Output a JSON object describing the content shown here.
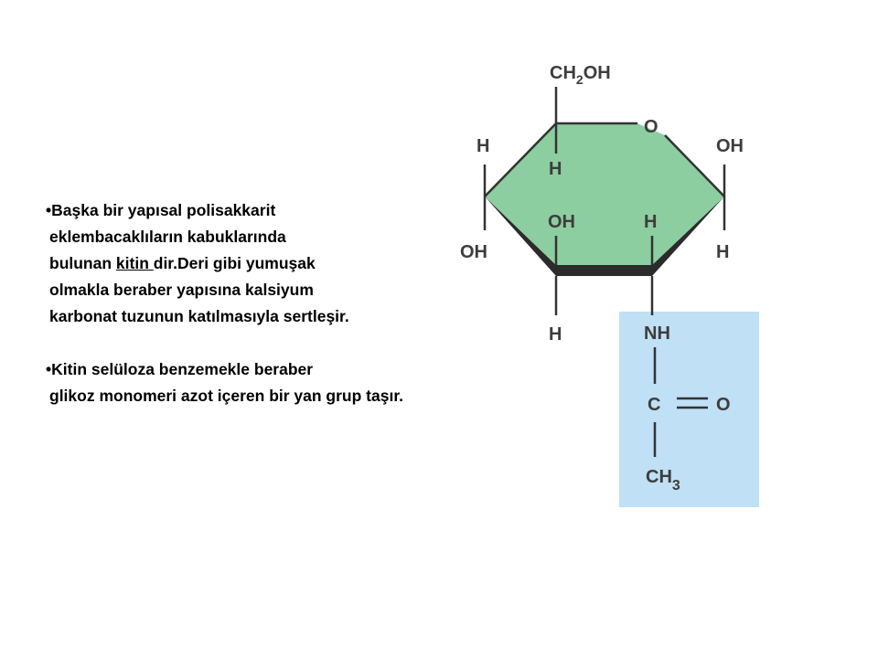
{
  "paragraph1": {
    "bullet": "•",
    "line1": "Başka bir yapısal polisakkarit",
    "line2": "eklembacaklıların kabuklarında",
    "line3_before": "bulunan ",
    "line3_underlined": "kitin ",
    "line3_after": "dir.Deri gibi yumuşak",
    "line4": "olmakla beraber yapısına kalsiyum",
    "line5": "karbonat tuzunun katılmasıyla sertleşir."
  },
  "paragraph2": {
    "bullet": "•",
    "line1": "Kitin selüloza benzemekle beraber",
    "line2": "glikoz monomeri azot içeren bir yan grup taşır."
  },
  "structure": {
    "ch2oh_main": "CH",
    "ch2oh_sub": "2",
    "ch2oh_tail": "OH",
    "ring_oxygen": "O",
    "h_top_left_outer": "H",
    "h_top_inner": "H",
    "oh_right": "OH",
    "oh_inner": "OH",
    "h_inner_right": "H",
    "oh_left": "OH",
    "h_right": "H",
    "h_bottom": "H",
    "nh": "NH",
    "carbonyl_c": "C",
    "carbonyl_o": "O",
    "ch3_main": "CH",
    "ch3_sub": "3"
  },
  "colors": {
    "ring_fill": "#8ccea0",
    "acetyl_box": "#bfe0f5",
    "bond": "#333333"
  }
}
